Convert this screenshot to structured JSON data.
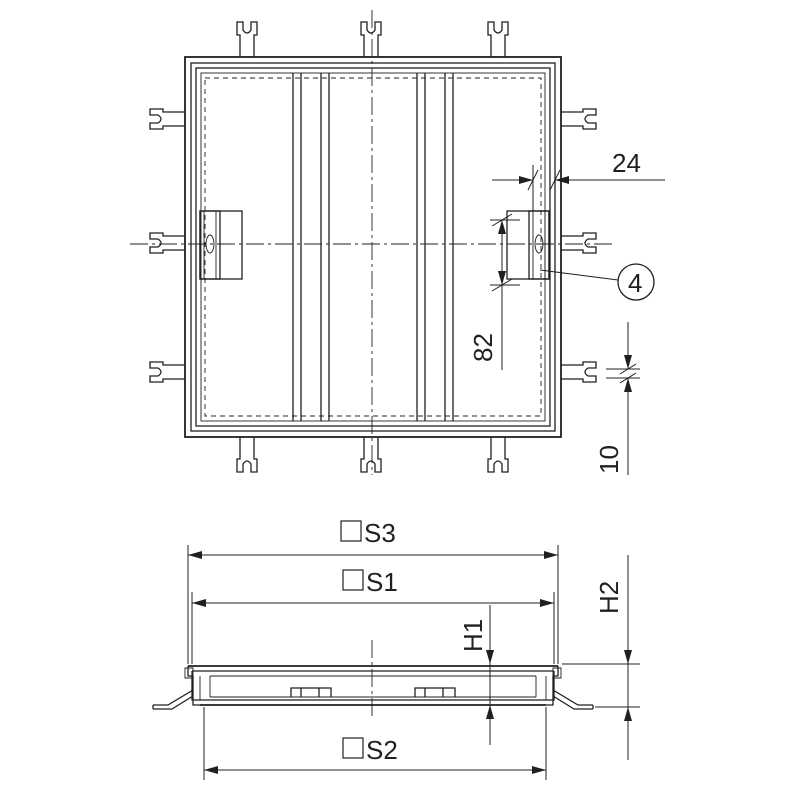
{
  "labels": {
    "dim_24": "24",
    "dim_82": "82",
    "dim_10": "10",
    "callout_4": "4",
    "dim_s3": "S3",
    "dim_s1": "S1",
    "dim_s2": "S2",
    "dim_h1": "H1",
    "dim_h2": "H2"
  }
}
